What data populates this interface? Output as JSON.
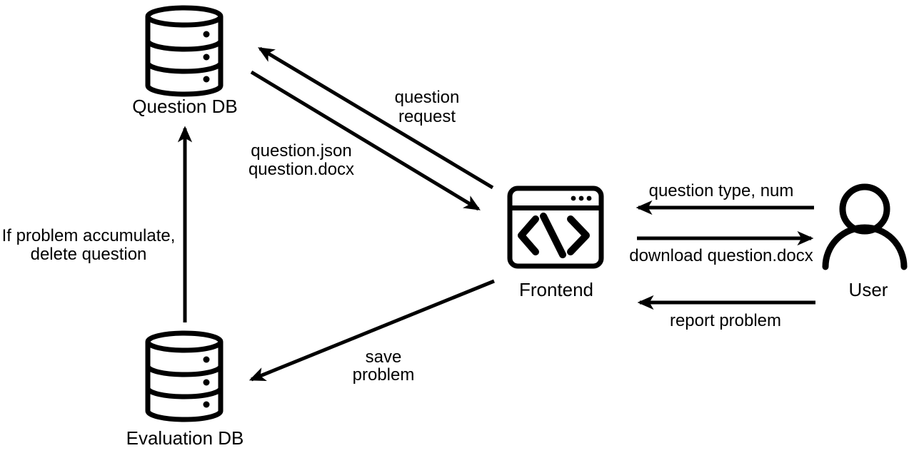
{
  "colors": {
    "ink": "#000000",
    "background": "#ffffff"
  },
  "nodes": {
    "question_db": {
      "label": "Question DB",
      "icon": "database-icon"
    },
    "evaluation_db": {
      "label": "Evaluation DB",
      "icon": "database-icon"
    },
    "frontend": {
      "label": "Frontend",
      "icon": "browser-code-icon"
    },
    "user": {
      "label": "User",
      "icon": "person-icon"
    }
  },
  "edges": {
    "question_request": {
      "from": "frontend",
      "to": "question_db",
      "lines": [
        "question",
        "request"
      ]
    },
    "question_files": {
      "from": "question_db",
      "to": "frontend",
      "lines": [
        "question.json",
        "question.docx"
      ]
    },
    "delete_question": {
      "from": "evaluation_db",
      "to": "question_db",
      "lines": [
        "If problem accumulate,",
        "delete question"
      ]
    },
    "save_problem": {
      "from": "frontend",
      "to": "evaluation_db",
      "lines": [
        "save",
        "problem"
      ]
    },
    "question_type_num": {
      "from": "user",
      "to": "frontend",
      "lines": [
        "question type, num"
      ]
    },
    "download_docx": {
      "from": "frontend",
      "to": "user",
      "lines": [
        "download question.docx"
      ]
    },
    "report_problem": {
      "from": "user",
      "to": "frontend",
      "lines": [
        "report problem"
      ]
    }
  }
}
